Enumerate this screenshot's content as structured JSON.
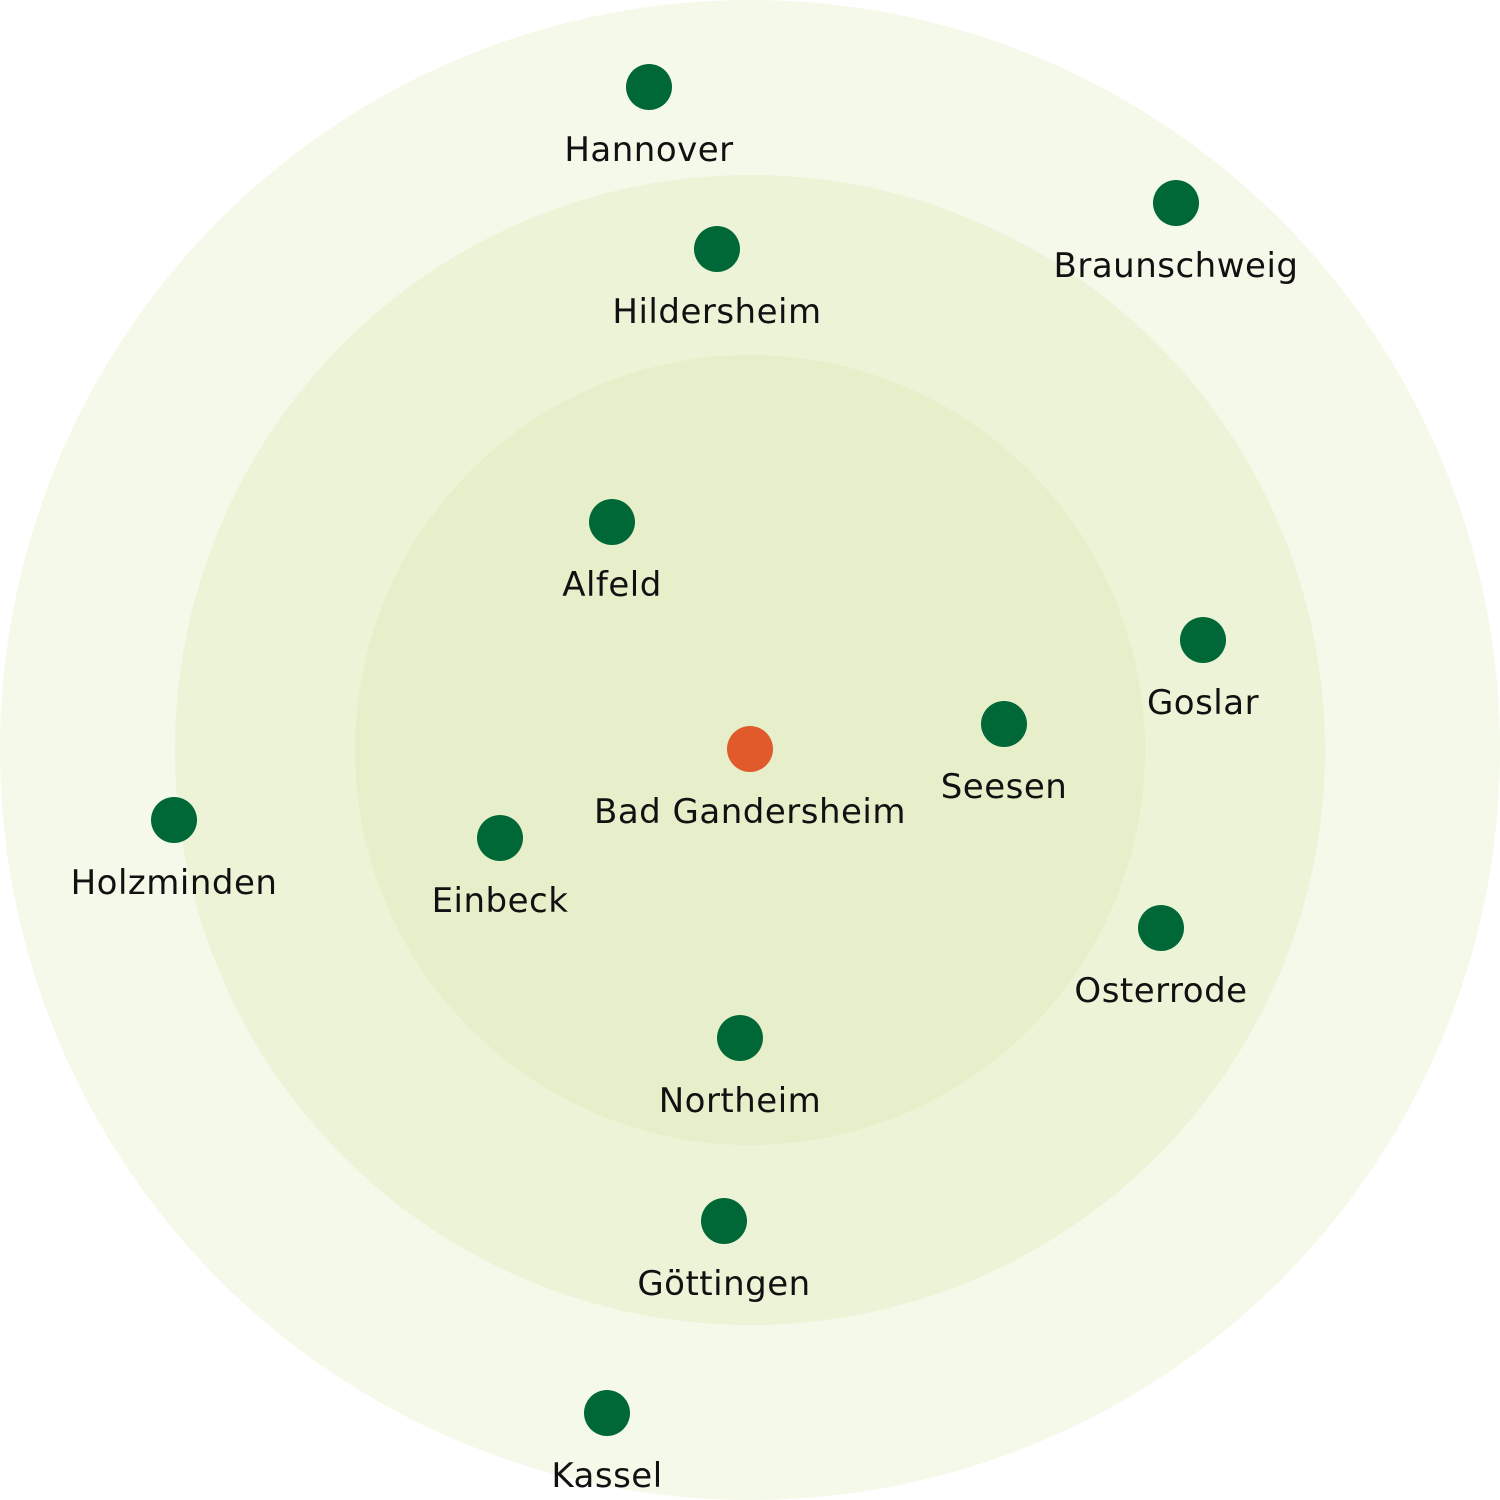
{
  "colors": {
    "ring_outer": "#f5f9e9",
    "ring_middle": "#ecf3d6",
    "ring_inner": "#e6efca",
    "city": "#006837",
    "center": "#e05a2b"
  },
  "center": {
    "name": "Bad Gandersheim"
  },
  "cities": [
    {
      "name": "Hannover"
    },
    {
      "name": "Braunschweig"
    },
    {
      "name": "Hildersheim"
    },
    {
      "name": "Alfeld"
    },
    {
      "name": "Goslar"
    },
    {
      "name": "Seesen"
    },
    {
      "name": "Holzminden"
    },
    {
      "name": "Einbeck"
    },
    {
      "name": "Osterrode"
    },
    {
      "name": "Northeim"
    },
    {
      "name": "Göttingen"
    },
    {
      "name": "Kassel"
    }
  ]
}
